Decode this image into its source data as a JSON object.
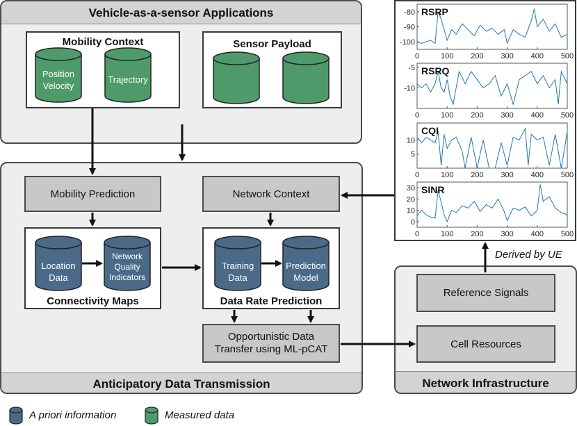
{
  "top_panel": {
    "title": "Vehicle-as-a-sensor Applications",
    "mobility_context": {
      "title": "Mobility Context",
      "cyl1_line1": "Position",
      "cyl1_line2": "Velocity",
      "cyl2": "Trajectory"
    },
    "sensor_payload": {
      "title": "Sensor Payload"
    }
  },
  "adt_panel": {
    "title": "Anticipatory Data Transmission",
    "mobility_prediction": "Mobility Prediction",
    "network_context": "Network Context",
    "connectivity_maps": {
      "title": "Connectivity Maps",
      "cyl1_line1": "Location",
      "cyl1_line2": "Data",
      "cyl2_line1": "Network",
      "cyl2_line2": "Quality",
      "cyl2_line3": "Indicators"
    },
    "data_rate_prediction": {
      "title": "Data Rate Prediction",
      "cyl1_line1": "Training",
      "cyl1_line2": "Data",
      "cyl2_line1": "Prediction",
      "cyl2_line2": "Model"
    },
    "opportunistic_line1": "Opportunistic Data",
    "opportunistic_line2": "Transfer using ML-pCAT"
  },
  "infra_panel": {
    "title": "Network Infrastructure",
    "reference_signals": "Reference Signals",
    "cell_resources": "Cell Resources"
  },
  "derived_label": "Derived by UE",
  "legend": {
    "a_priori": "A priori information",
    "measured": "Measured data"
  },
  "colors": {
    "a_priori_fill": "#4b6a8a",
    "measured_fill": "#4f9a6a",
    "plot_line": "#1f77b4"
  },
  "chart_data": [
    {
      "type": "line",
      "title": "RSRP",
      "xlim": [
        0,
        500
      ],
      "ylim": [
        -105,
        -75
      ],
      "yticks": [
        "-80",
        "-90",
        "-100"
      ],
      "xticks": [
        "0",
        "100",
        "200",
        "300",
        "400",
        "500"
      ],
      "x": [
        0,
        15,
        30,
        45,
        60,
        70,
        80,
        90,
        100,
        115,
        130,
        150,
        170,
        190,
        210,
        230,
        250,
        270,
        290,
        300,
        320,
        340,
        360,
        380,
        390,
        400,
        420,
        440,
        460,
        480,
        500
      ],
      "values": [
        -100,
        -101,
        -100,
        -99,
        -101,
        -80,
        -85,
        -92,
        -99,
        -92,
        -95,
        -88,
        -92,
        -96,
        -89,
        -93,
        -91,
        -95,
        -92,
        -101,
        -92,
        -95,
        -97,
        -86,
        -78,
        -90,
        -85,
        -93,
        -88,
        -97,
        -95
      ]
    },
    {
      "type": "line",
      "title": "RSRQ",
      "xlim": [
        0,
        500
      ],
      "ylim": [
        -15,
        -4
      ],
      "yticks": [
        "-5",
        "-10"
      ],
      "xticks": [
        "0",
        "100",
        "200",
        "300",
        "400",
        "500"
      ],
      "x": [
        0,
        15,
        30,
        45,
        60,
        70,
        80,
        90,
        100,
        110,
        120,
        140,
        160,
        180,
        200,
        220,
        240,
        260,
        280,
        300,
        320,
        340,
        360,
        380,
        400,
        420,
        440,
        460,
        470,
        480,
        500
      ],
      "values": [
        -9,
        -10,
        -9,
        -11,
        -9,
        -6,
        -10,
        -11,
        -8,
        -12,
        -14,
        -6,
        -9,
        -6,
        -8,
        -10,
        -9,
        -7,
        -12,
        -9,
        -14,
        -8,
        -7,
        -6,
        -9,
        -7,
        -10,
        -8,
        -14,
        -6,
        -9
      ]
    },
    {
      "type": "line",
      "title": "CQI",
      "xlim": [
        0,
        500
      ],
      "ylim": [
        0,
        16
      ],
      "yticks": [
        "10",
        "5"
      ],
      "xticks": [
        "0",
        "100",
        "200",
        "300",
        "400",
        "500"
      ],
      "x": [
        0,
        15,
        30,
        45,
        60,
        70,
        80,
        90,
        100,
        115,
        130,
        150,
        160,
        180,
        200,
        220,
        240,
        260,
        280,
        300,
        320,
        340,
        360,
        370,
        380,
        400,
        420,
        440,
        460,
        480,
        500
      ],
      "values": [
        11,
        9,
        11,
        10,
        9,
        13,
        1,
        12,
        7,
        10,
        11,
        6,
        0,
        11,
        0,
        10,
        0,
        0,
        9,
        1,
        11,
        10,
        14,
        1,
        12,
        10,
        11,
        1,
        12,
        0,
        13
      ]
    },
    {
      "type": "line",
      "title": "SINR",
      "xlim": [
        0,
        500
      ],
      "ylim": [
        -5,
        35
      ],
      "yticks": [
        "30",
        "20",
        "10",
        "0"
      ],
      "xticks": [
        "0",
        "100",
        "200",
        "300",
        "400",
        "500"
      ],
      "x": [
        0,
        15,
        30,
        45,
        60,
        70,
        80,
        90,
        100,
        115,
        130,
        150,
        170,
        190,
        210,
        230,
        250,
        270,
        290,
        300,
        320,
        340,
        360,
        380,
        400,
        410,
        420,
        440,
        460,
        480,
        500
      ],
      "values": [
        5,
        10,
        6,
        4,
        3,
        28,
        17,
        6,
        0,
        10,
        8,
        14,
        12,
        18,
        9,
        15,
        12,
        20,
        9,
        1,
        12,
        10,
        13,
        5,
        10,
        33,
        18,
        22,
        12,
        8,
        6
      ]
    }
  ]
}
